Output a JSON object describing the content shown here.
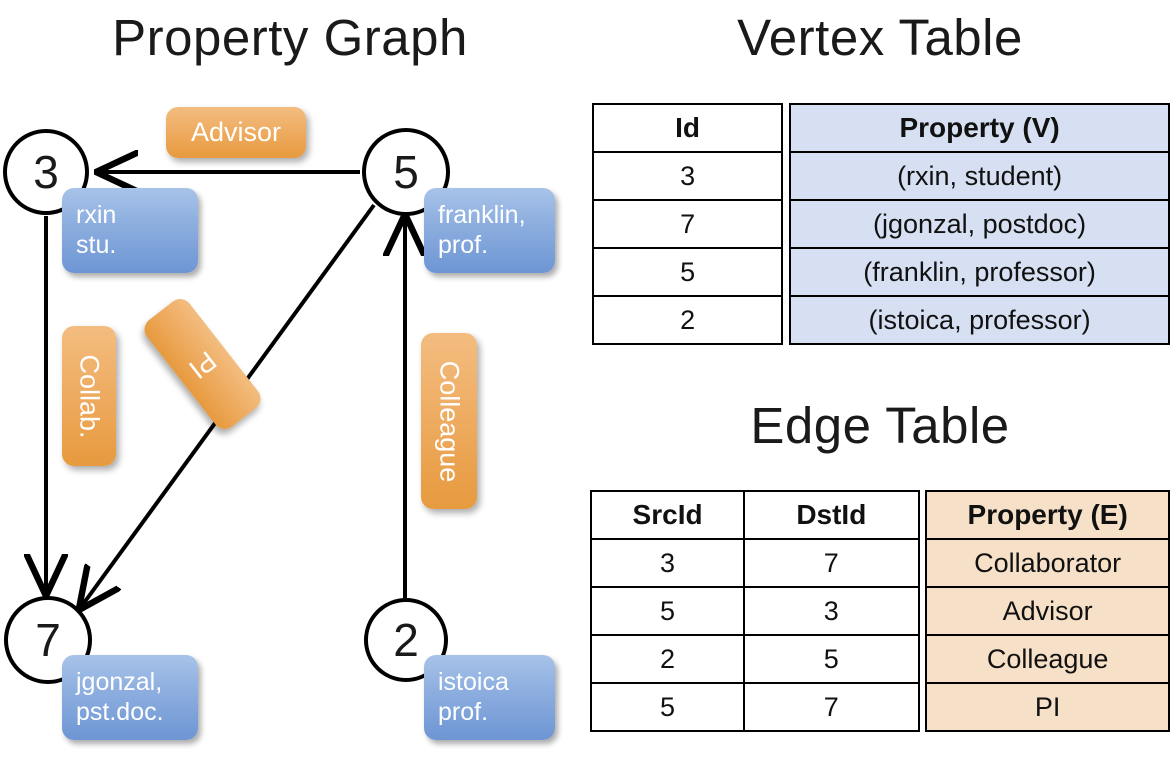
{
  "titles": {
    "property_graph": "Property Graph",
    "vertex_table": "Vertex Table",
    "edge_table": "Edge Table"
  },
  "graph": {
    "nodes": [
      {
        "id": "3",
        "property_lines": [
          "rxin",
          "stu."
        ]
      },
      {
        "id": "5",
        "property_lines": [
          "franklin,",
          "prof."
        ]
      },
      {
        "id": "7",
        "property_lines": [
          "jgonzal,",
          "pst.doc."
        ]
      },
      {
        "id": "2",
        "property_lines": [
          "istoica",
          "prof."
        ]
      }
    ],
    "edge_labels": [
      {
        "name": "advisor",
        "text": "Advisor",
        "orientation": "horizontal"
      },
      {
        "name": "collab",
        "text": "Collab.",
        "orientation": "vertical"
      },
      {
        "name": "pi",
        "text": "PI",
        "orientation": "rotated"
      },
      {
        "name": "colleague",
        "text": "Colleague",
        "orientation": "vertical"
      }
    ],
    "edges": [
      {
        "src": "5",
        "dst": "3",
        "label": "Advisor"
      },
      {
        "src": "3",
        "dst": "7",
        "label": "Collab."
      },
      {
        "src": "5",
        "dst": "7",
        "label": "PI"
      },
      {
        "src": "2",
        "dst": "5",
        "label": "Colleague"
      }
    ]
  },
  "vertex_table": {
    "headers": [
      "Id",
      "Property (V)"
    ],
    "rows": [
      {
        "id": "3",
        "property": "(rxin, student)"
      },
      {
        "id": "7",
        "property": "(jgonzal, postdoc)"
      },
      {
        "id": "5",
        "property": "(franklin, professor)"
      },
      {
        "id": "2",
        "property": "(istoica, professor)"
      }
    ]
  },
  "edge_table": {
    "headers": [
      "SrcId",
      "DstId",
      "Property (E)"
    ],
    "rows": [
      {
        "src": "3",
        "dst": "7",
        "property": "Collaborator"
      },
      {
        "src": "5",
        "dst": "3",
        "property": "Advisor"
      },
      {
        "src": "2",
        "dst": "5",
        "property": "Colleague"
      },
      {
        "src": "5",
        "dst": "7",
        "property": "PI"
      }
    ]
  },
  "colors": {
    "vertex_property_fill": "#d6e0f2",
    "edge_property_fill": "#f7e0c8",
    "node_box_blue": "#7fa5da",
    "edge_label_orange": "#eda85c",
    "stroke": "#000000"
  }
}
